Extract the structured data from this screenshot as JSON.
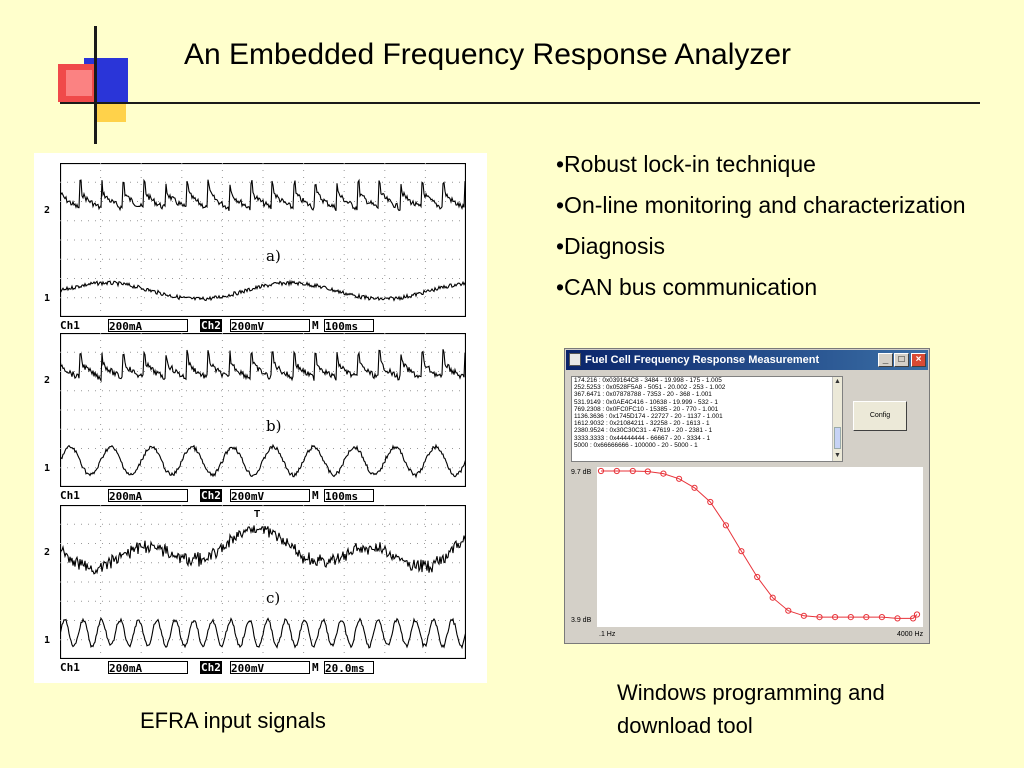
{
  "slide": {
    "title": "An Embedded Frequency Response Analyzer",
    "bullets": [
      "•Robust lock-in technique",
      "•On-line monitoring and characterization",
      "•Diagnosis",
      "•CAN bus communication"
    ],
    "caption_left": "EFRA input signals",
    "caption_right": "Windows programming and download tool"
  },
  "scope": {
    "traces": [
      {
        "label": "a)",
        "ch2_marker": "2",
        "ch1_marker": "1",
        "ch1": "Ch1",
        "ch1_scale": "200mA",
        "ch2": "Ch2",
        "ch2_scale": "200mV",
        "m": "M",
        "timebase": "100ms"
      },
      {
        "label": "b)",
        "ch2_marker": "2",
        "ch1_marker": "1",
        "ch1": "Ch1",
        "ch1_scale": "200mA",
        "ch2": "Ch2",
        "ch2_scale": "200mV",
        "m": "M",
        "timebase": "100ms"
      },
      {
        "label": "c)",
        "ch2_marker": "2",
        "ch1_marker": "1",
        "ch1": "Ch1",
        "ch1_scale": "200mA",
        "ch2": "Ch2",
        "ch2_scale": "200mV",
        "m": "M",
        "timebase": "20.0ms",
        "trigger": "T"
      }
    ]
  },
  "window": {
    "title": "Fuel Cell Frequency Response Measurement",
    "config_label": "Config",
    "log_rows": [
      "174.216 : 0x039164C8 - 3484 - 19.998 - 175 - 1.005",
      "252.5253 : 0x0528F5A8 - 5051 - 20.002 - 253 - 1.002",
      "367.6471 : 0x07878788 - 7353 - 20 - 368 - 1.001",
      "531.9149 : 0x0AE4C416 - 10638 - 19.999 - 532 - 1",
      "769.2308 : 0x0FC0FC10 - 15385 - 20 - 770 - 1.001",
      "1136.3636 : 0x1745D174 - 22727 - 20 - 1137 - 1.001",
      "1612.9032 : 0x21084211 - 32258 - 20 - 1613 - 1",
      "2380.9524 : 0x30C30C31 - 47619 - 20 - 2381 - 1",
      "3333.3333 : 0x44444444 - 66667 - 20 - 3334 - 1",
      "5000 : 0x66666666 - 100000 - 20 - 5000 - 1"
    ],
    "plot": {
      "y_top_label": "9.7 dB",
      "y_bottom_label": "3.9 dB",
      "x_left_label": ".1 Hz",
      "x_right_label": "4000 Hz",
      "line_color": "#e8333a"
    }
  },
  "chart_data": {
    "type": "line",
    "x_scale": "log",
    "xlim": [
      0.1,
      4000
    ],
    "ylim": [
      3.9,
      9.7
    ],
    "x": [
      0.1,
      0.17,
      0.29,
      0.48,
      0.81,
      1.37,
      2.3,
      3.9,
      6.6,
      11.1,
      18.8,
      31.7,
      53.5,
      90.2,
      152,
      257,
      434,
      731,
      1234,
      2082,
      3512,
      4000
    ],
    "series": [
      {
        "values": [
          9.7,
          9.7,
          9.7,
          9.68,
          9.6,
          9.4,
          9.05,
          8.5,
          7.6,
          6.6,
          5.6,
          4.8,
          4.3,
          4.1,
          4.05,
          4.05,
          4.05,
          4.05,
          4.05,
          4.0,
          4.0,
          4.15
        ]
      }
    ]
  },
  "colors": {
    "background": "#ffffcc",
    "deco_blue": "#2a35d8",
    "deco_red": "#f04040",
    "deco_yellow": "#ffcc33"
  }
}
